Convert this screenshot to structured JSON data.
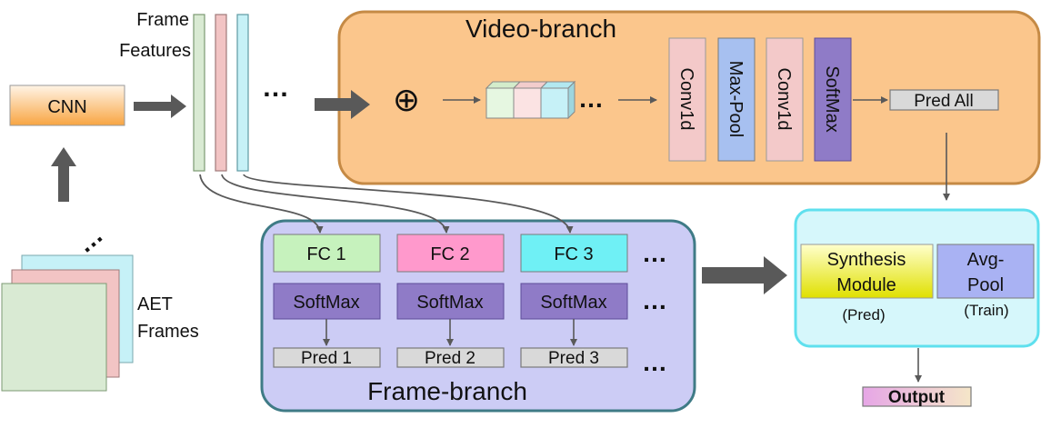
{
  "labels": {
    "frame_features": [
      "Frame",
      "Features"
    ],
    "cnn": "CNN",
    "aet_frames": [
      "AET",
      "Frames"
    ],
    "video_branch": "Video-branch",
    "frame_branch": "Frame-branch",
    "conv1d_a": "Conv1d",
    "max_pool": "Max-Pool",
    "conv1d_b": "Conv1d",
    "softmax_video": "SoftMax",
    "pred_all": "Pred All",
    "fc": [
      "FC 1",
      "FC 2",
      "FC 3"
    ],
    "softmax_frame": [
      "SoftMax",
      "SoftMax",
      "SoftMax"
    ],
    "pred": [
      "Pred 1",
      "Pred 2",
      "Pred 3"
    ],
    "synthesis": [
      "Synthesis",
      "Module"
    ],
    "synthesis_note": "(Pred)",
    "avgpool": [
      "Avg-",
      "Pool"
    ],
    "avgpool_note": "(Train)",
    "output": "Output",
    "ellipsis": "…",
    "plus": "⊕"
  },
  "colors": {
    "video_branch_fill": "#fbc68c",
    "video_branch_border": "#c58a45",
    "frame_branch_fill": "#ccccf5",
    "frame_branch_border": "#3f7b86",
    "synthesis_panel_fill": "#d6f7fb",
    "synthesis_panel_border": "#5fe0ee",
    "feature_green": "#d9ead3",
    "feature_pink": "#f2c4c4",
    "feature_cyan": "#c6f1f7",
    "conv": "#f3c9c9",
    "maxpool": "#a7c0f0",
    "softmax": "#8f7bc7",
    "fc1": "#c6f2bd",
    "fc2": "#ff99cc",
    "fc3": "#6ff0f5",
    "pred": "#d9d9d9",
    "synthesis_module": "#ffff66",
    "avgpool": "#a9b2f3",
    "output": "#e6b3e6",
    "arrow": "#595959"
  }
}
